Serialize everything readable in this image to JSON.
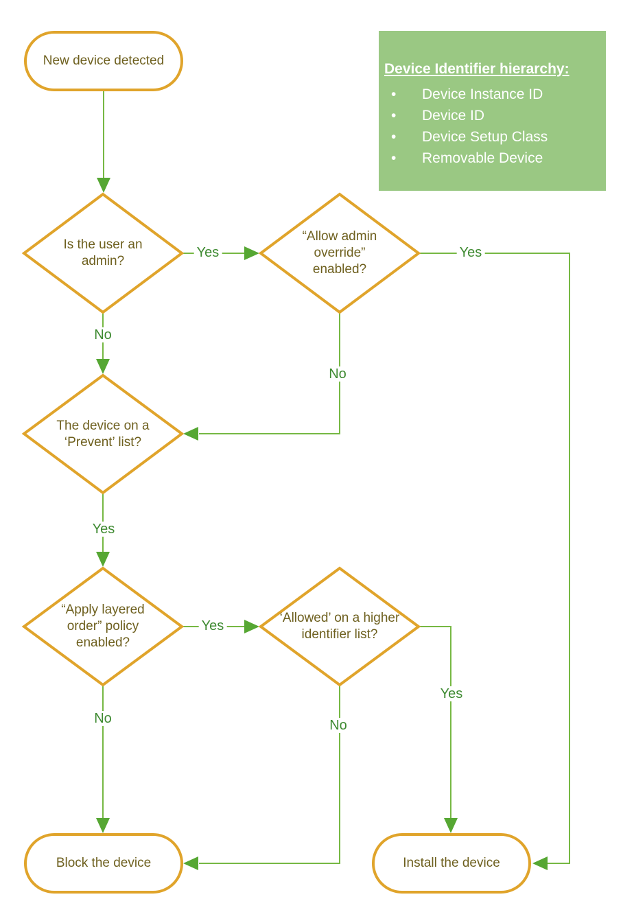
{
  "nodes": {
    "start": {
      "label": "New device detected"
    },
    "is_admin": {
      "label": "Is the user an admin?"
    },
    "allow_override": {
      "label": "“Allow admin override” enabled?"
    },
    "prevent_list": {
      "label": "The device on a ‘Prevent’ list?"
    },
    "layered_order": {
      "label": "“Apply layered order” policy enabled?"
    },
    "higher_identifier": {
      "label": "‘Allowed’ on a higher identifier list?"
    },
    "block": {
      "label": "Block the device"
    },
    "install": {
      "label": "Install the device"
    }
  },
  "edges": {
    "admin_yes": "Yes",
    "admin_no": "No",
    "override_yes": "Yes",
    "override_no": "No",
    "prevent_yes": "Yes",
    "layered_yes": "Yes",
    "layered_no": "No",
    "higher_yes": "Yes",
    "higher_no": "No"
  },
  "legend": {
    "title": "Device Identifier hierarchy:",
    "bullet": "•",
    "items": [
      "Device Instance ID",
      "Device ID",
      "Device Setup Class",
      "Removable Device"
    ]
  },
  "colors": {
    "shape_border": "#E0A42B",
    "shape_fill": "#FFFFFF",
    "node_text": "#6E601F",
    "edge_line": "#76B843",
    "arrowhead": "#56A733",
    "edge_label_text": "#3E8A31",
    "legend_bg": "#9AC883",
    "legend_text": "#FFFFFF"
  }
}
